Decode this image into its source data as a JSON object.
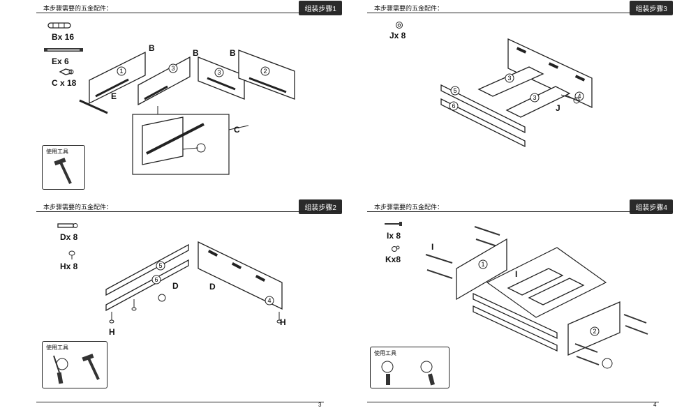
{
  "pages": [
    {
      "panels": [
        {
          "parts_title": "本步骤需要的五金配件：",
          "step_label": "组装步骤1",
          "parts": [
            "Bx 16",
            "Ex 6",
            "C x 18"
          ],
          "callouts": [
            "B",
            "B",
            "B",
            "E",
            "C"
          ],
          "panel_numbers": [
            "1",
            "3",
            "3",
            "2"
          ],
          "tools_title": "使用工具"
        },
        {
          "parts_title": "本步骤需要的五金配件：",
          "step_label": "组装步骤2",
          "parts": [
            "Dx 8",
            "Hx 8"
          ],
          "callouts": [
            "D",
            "D",
            "H",
            "H"
          ],
          "panel_numbers": [
            "5",
            "6",
            "4"
          ],
          "tools_title": "使用工具"
        }
      ],
      "page_number": "3"
    },
    {
      "panels": [
        {
          "parts_title": "本步骤需要的五金配件：",
          "step_label": "组装步骤3",
          "parts": [
            "Jx 8"
          ],
          "callouts": [
            "J"
          ],
          "panel_numbers": [
            "3",
            "3",
            "4",
            "5",
            "6"
          ]
        },
        {
          "parts_title": "本步骤需要的五金配件：",
          "step_label": "组装步骤4",
          "parts": [
            "Ix 8",
            "Kx8"
          ],
          "callouts": [
            "I",
            "I"
          ],
          "panel_numbers": [
            "1",
            "2"
          ],
          "tools_title": "使用工具"
        }
      ],
      "page_number": "4"
    }
  ]
}
